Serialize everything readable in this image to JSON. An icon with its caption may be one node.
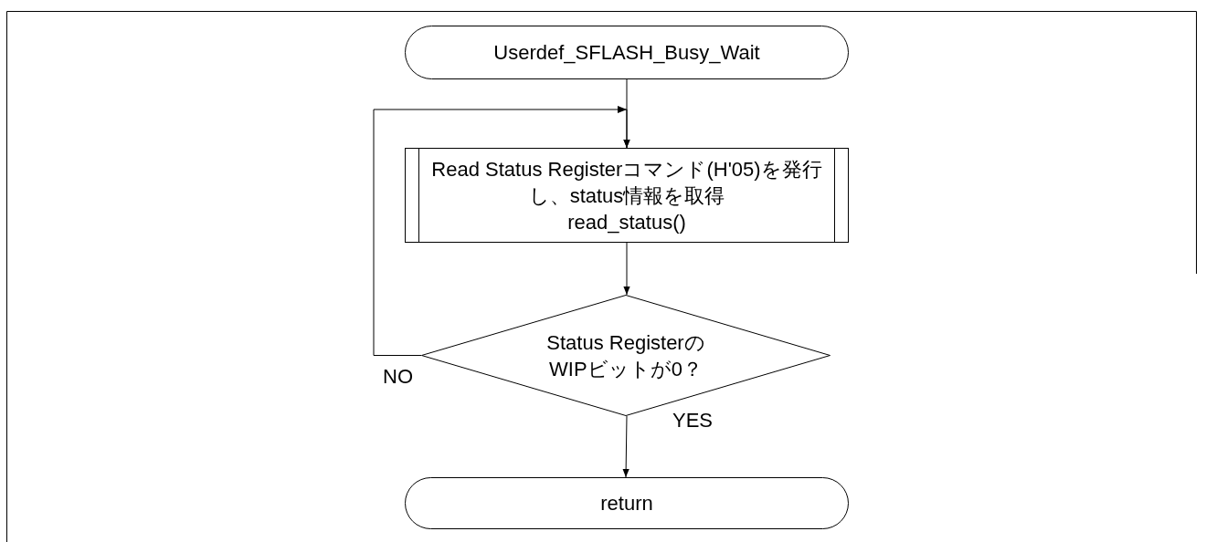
{
  "diagram": {
    "nodes": [
      {
        "text": [
          "Userdef_SFLASH_Busy_Wait"
        ]
      },
      {
        "text": [
          "Read Status Registerコマンド(H'05)を発行し、status情報を取得",
          "read_status()"
        ]
      },
      {
        "text": [
          "Status RegisterのWIPビットが0？"
        ]
      },
      {
        "text": [
          "return"
        ]
      }
    ],
    "edges": [
      {
        "from": 0,
        "to": 1,
        "arrow": "to"
      },
      {
        "from": 1,
        "to": 2,
        "arrow": "to"
      },
      {
        "from": 2,
        "to": 1,
        "arrow": "to",
        "label": "NO"
      },
      {
        "from": 2,
        "to": 3,
        "arrow": "to",
        "label": "YES"
      }
    ]
  }
}
